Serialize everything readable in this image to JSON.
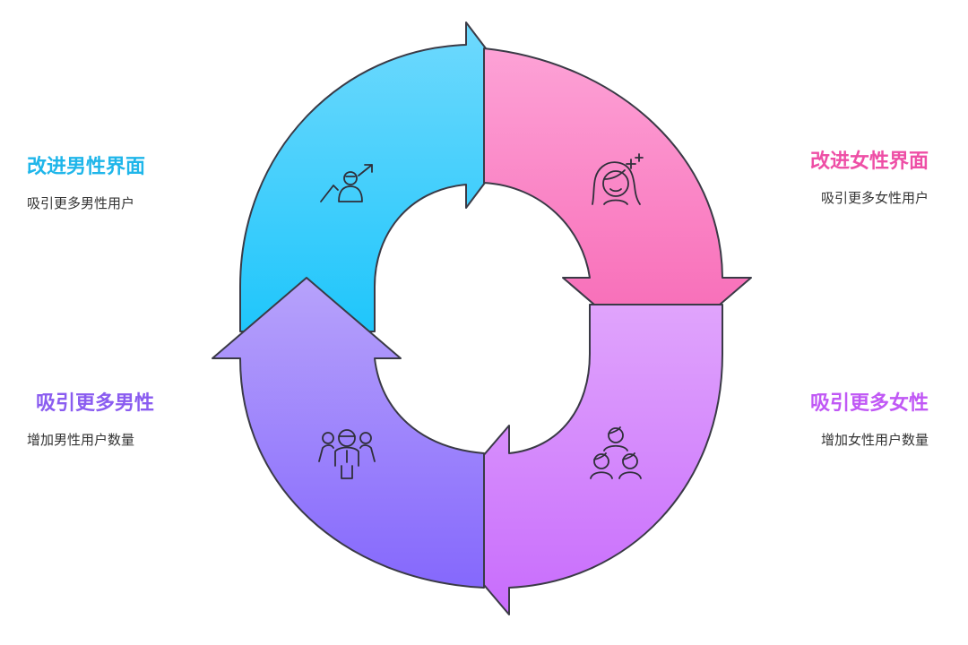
{
  "colors": {
    "blue": "#1fc6fb",
    "blue_light": "#6fd9fd",
    "pink": "#f766b4",
    "pink_light": "#fda2d6",
    "violet": "#c86cfc",
    "violet_light": "#e0a4fc",
    "indigo": "#8568fc",
    "indigo_light": "#b7a2fb",
    "outline": "#3a3a46"
  },
  "stages": {
    "improve_male_ui": {
      "title": "改进男性界面",
      "description": "吸引更多男性用户",
      "icon": "growth-person-icon"
    },
    "improve_female_ui": {
      "title": "改进女性界面",
      "description": "吸引更多女性用户",
      "icon": "woman-sparkle-icon"
    },
    "attract_female": {
      "title": "吸引更多女性",
      "description": "增加女性用户数量",
      "icon": "women-group-icon"
    },
    "attract_male": {
      "title": "吸引更多男性",
      "description": "增加男性用户数量",
      "icon": "men-group-icon"
    }
  }
}
